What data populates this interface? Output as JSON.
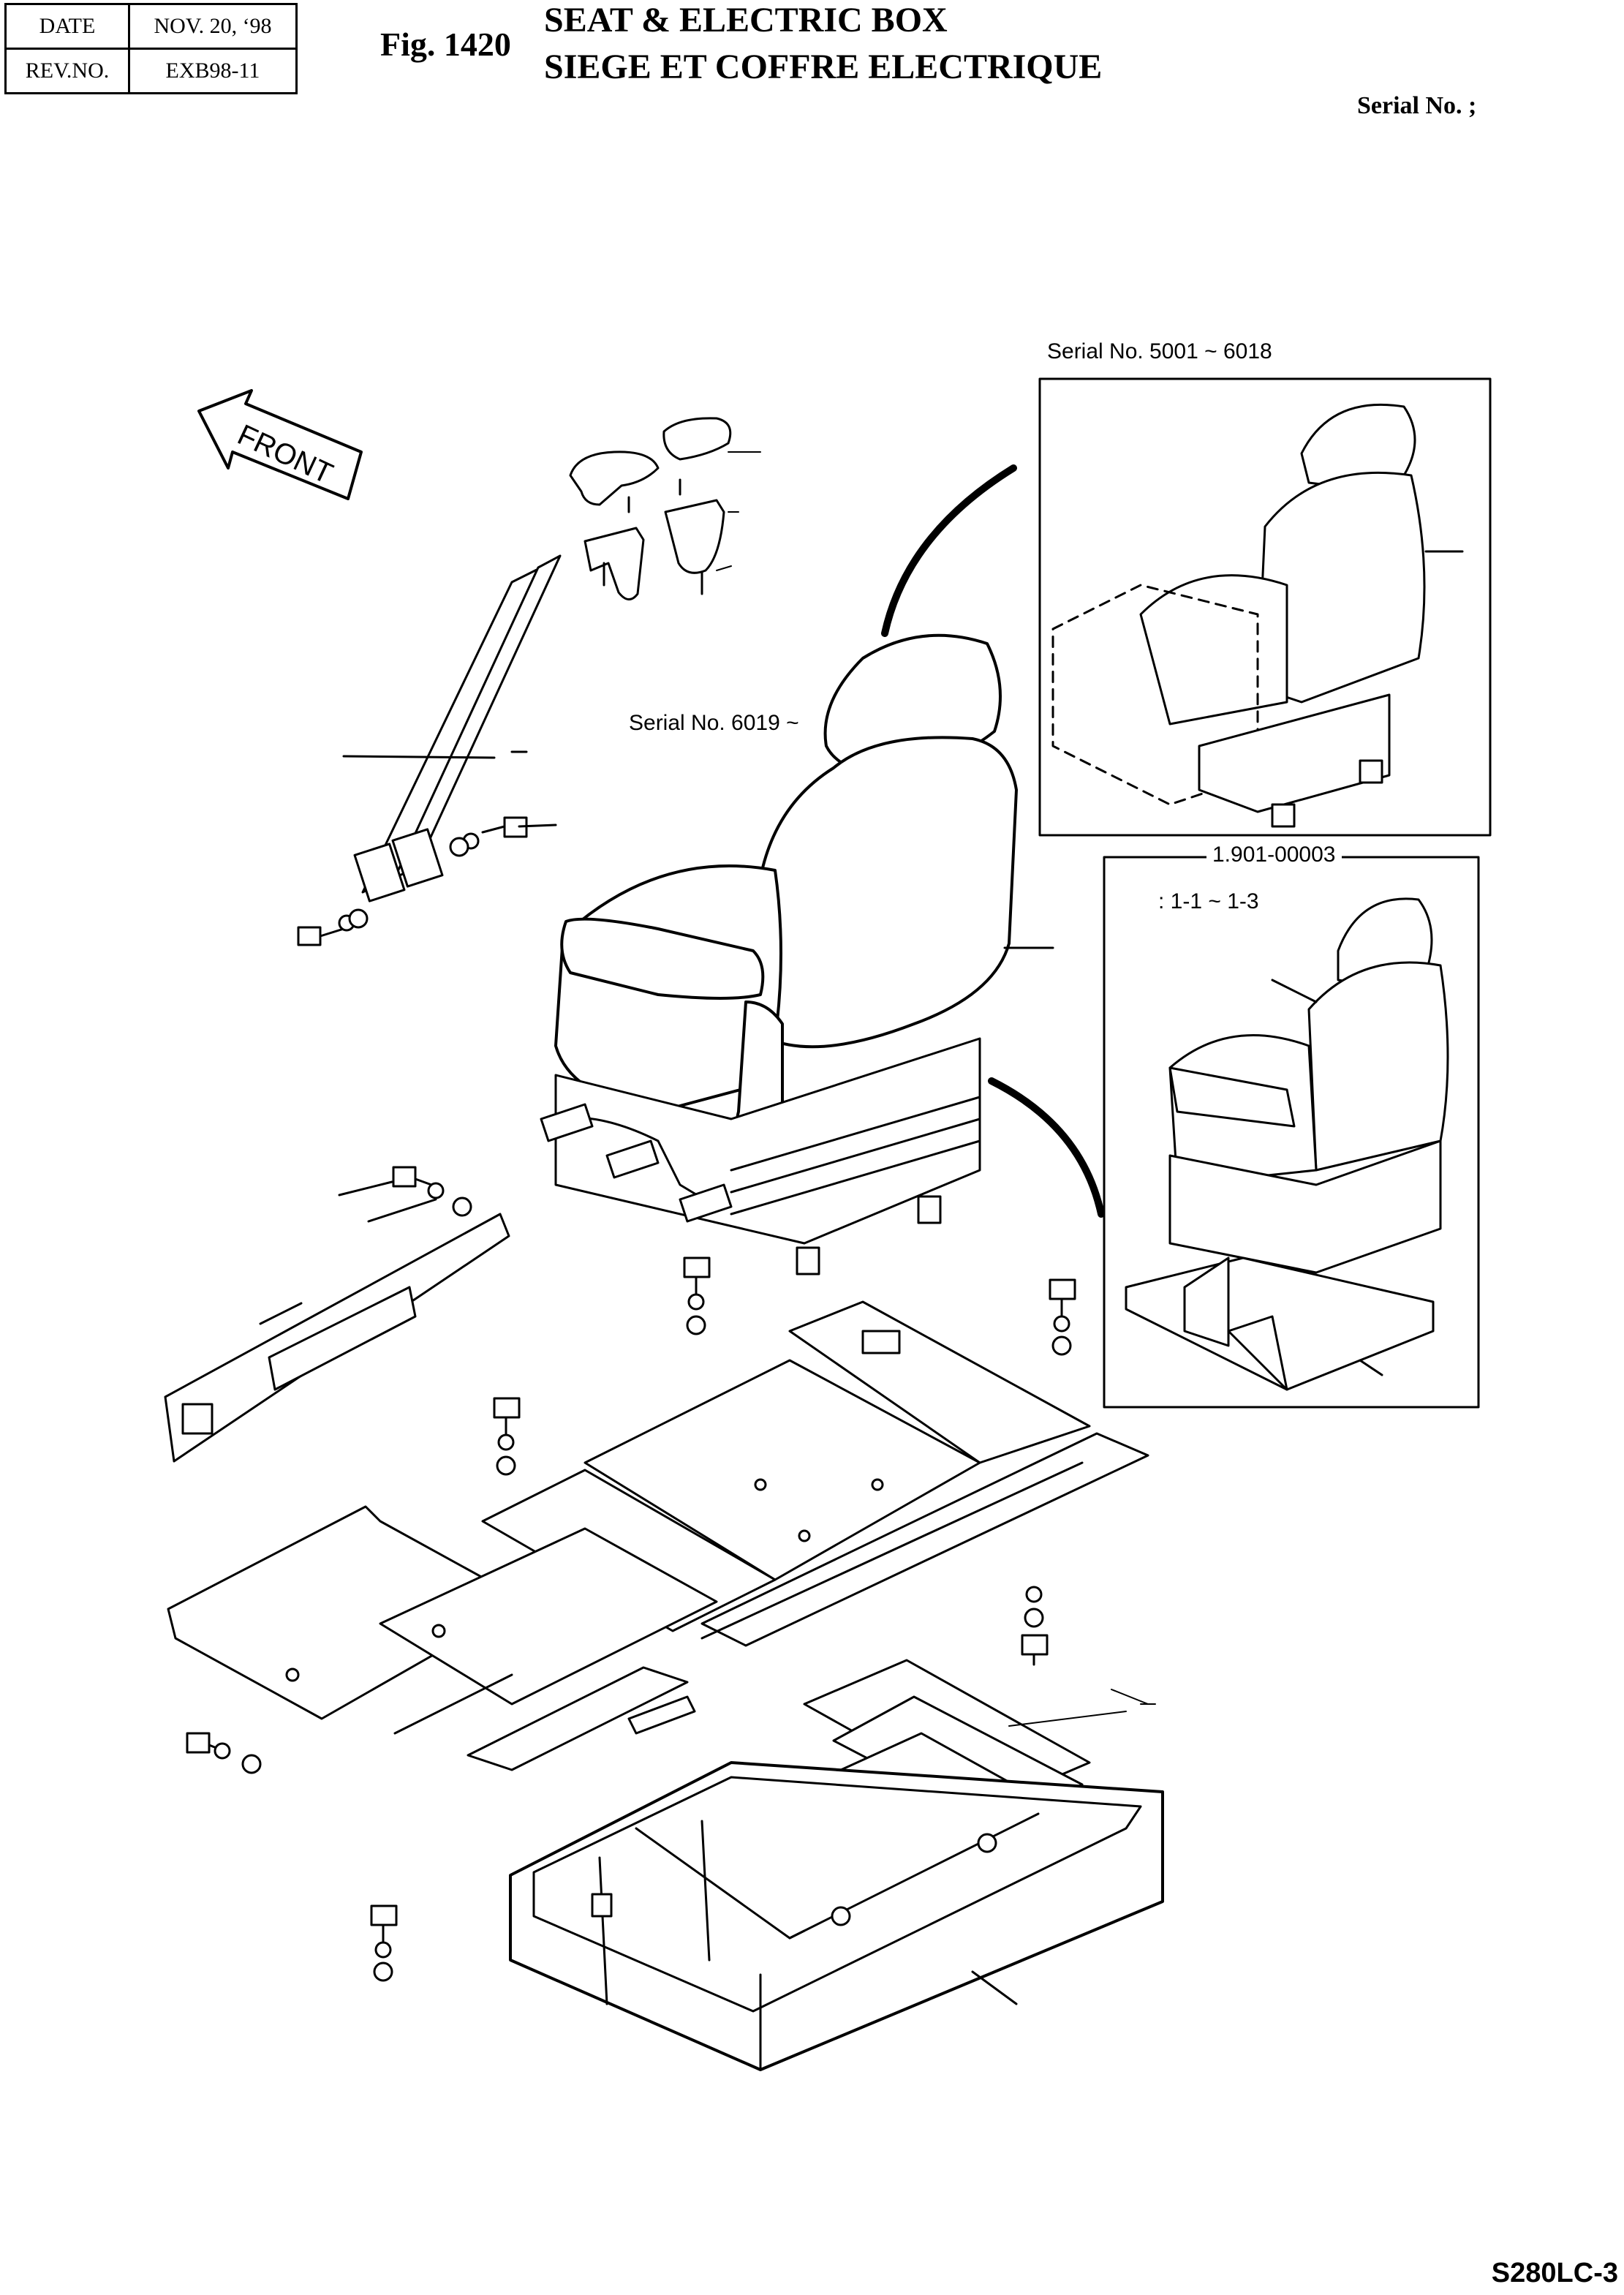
{
  "header": {
    "date_label": "DATE",
    "date_value": "NOV. 20, ‘98",
    "rev_label": "REV.NO.",
    "rev_value": "EXB98-11"
  },
  "figure": {
    "number": "Fig. 1420",
    "title_en": "SEAT & ELECTRIC BOX",
    "title_fr": "SIEGE ET COFFRE ELECTRIQUE",
    "serial": "Serial No. ;"
  },
  "callouts": {
    "serial_old": "Serial No. 5001 ~ 6018",
    "serial_new": "Serial No. 6019 ~",
    "part_number": "1.901-00003",
    "part_range": ": 1-1 ~ 1-3"
  },
  "front_arrow": "FRONT",
  "model": "S280LC-3"
}
